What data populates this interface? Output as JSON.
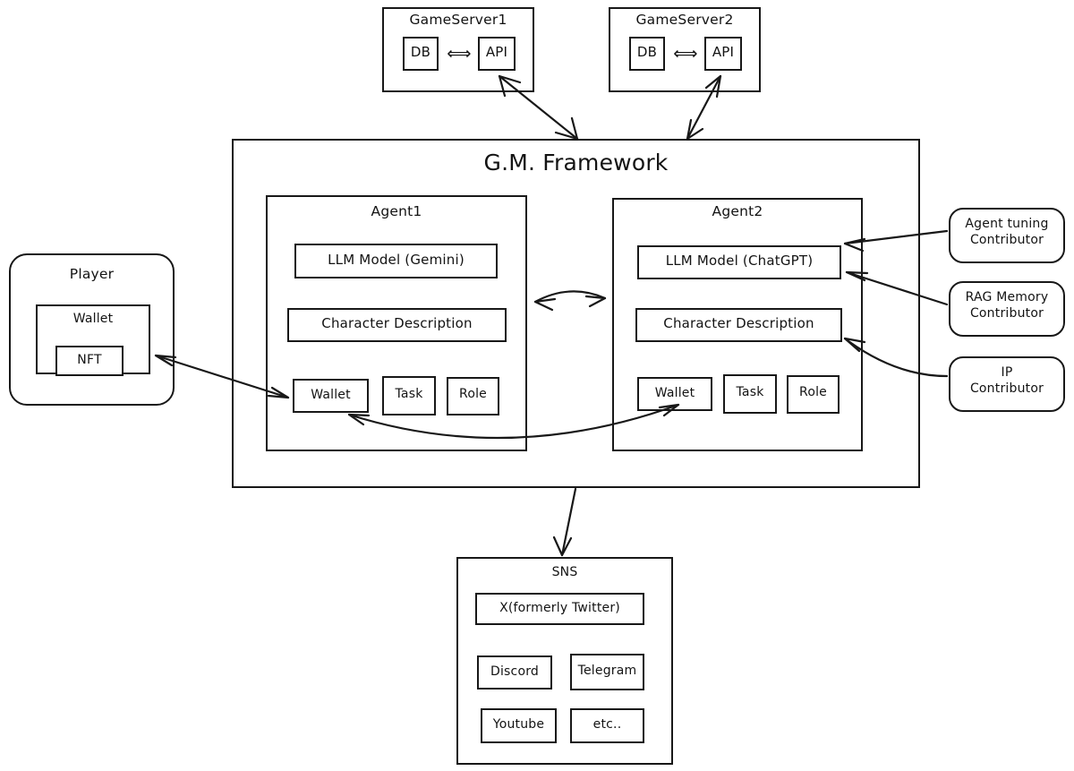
{
  "diagram": {
    "title": "G.M. Framework",
    "style": "hand-drawn",
    "stroke_color": "#181818",
    "background_color": "#ffffff"
  },
  "game_servers": [
    {
      "title": "GameServer1",
      "db_label": "DB",
      "api_label": "API",
      "link_label": "⟺"
    },
    {
      "title": "GameServer2",
      "db_label": "DB",
      "api_label": "API",
      "link_label": "⟺"
    }
  ],
  "framework": {
    "title": "G.M. Framework",
    "agents": [
      {
        "title": "Agent1",
        "llm_model": "LLM Model (Gemini)",
        "character_description": "Character Description",
        "slots": [
          "Wallet",
          "Task",
          "Role"
        ]
      },
      {
        "title": "Agent2",
        "llm_model": "LLM Model (ChatGPT)",
        "character_description": "Character Description",
        "slots": [
          "Wallet",
          "Task",
          "Role"
        ]
      }
    ]
  },
  "player": {
    "title": "Player",
    "wallet_title": "Wallet",
    "nft_label": "NFT"
  },
  "contributors": [
    {
      "label": "Agent tuning\nContributor"
    },
    {
      "label": "RAG Memory\nContributor"
    },
    {
      "label": "IP\nContributor"
    }
  ],
  "sns": {
    "title": "SNS",
    "primary": "X(formerly Twitter)",
    "platforms": [
      "Discord",
      "Telegram",
      "Youtube",
      "etc.."
    ]
  },
  "connections": [
    {
      "from": "GameServer1.API",
      "to": "G.M. Framework",
      "type": "bidirectional"
    },
    {
      "from": "GameServer2.API",
      "to": "G.M. Framework",
      "type": "bidirectional"
    },
    {
      "from": "Agent1",
      "to": "Agent2",
      "type": "bidirectional"
    },
    {
      "from": "Player.NFT",
      "to": "Agent1.Wallet",
      "type": "bidirectional"
    },
    {
      "from": "Agent2.Wallet",
      "to": "Agent1.Wallet",
      "type": "bidirectional"
    },
    {
      "from": "Agent tuning Contributor",
      "to": "Agent2.LLM Model (ChatGPT)",
      "type": "single"
    },
    {
      "from": "RAG Memory Contributor",
      "to": "Agent2.LLM Model (ChatGPT)",
      "type": "single"
    },
    {
      "from": "IP Contributor",
      "to": "Agent2.Character Description",
      "type": "single"
    },
    {
      "from": "G.M. Framework",
      "to": "SNS",
      "type": "single"
    }
  ]
}
